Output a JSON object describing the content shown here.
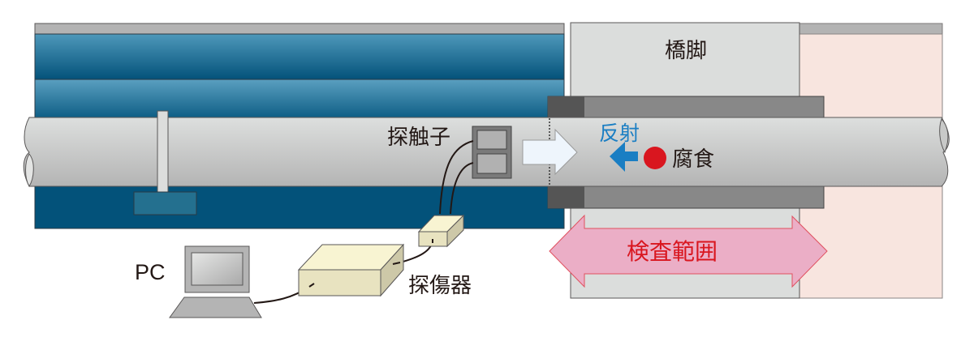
{
  "labels": {
    "pier": "橋脚",
    "probe": "探触子",
    "reflection": "反射",
    "corrosion": "腐食",
    "inspection_range": "検査範囲",
    "pc": "PC",
    "flaw_detector": "探傷器"
  },
  "icons": {
    "wave_arrow": "right-arrow",
    "reflection_arrow": "left-arrow",
    "corrosion_marker": "red-dot",
    "range_arrow": "double-headed-arrow"
  },
  "colors": {
    "deck_blue_light": "#4e98ba",
    "deck_blue_dark": "#03527a",
    "pipe_light": "#dddfde",
    "pipe_dark": "#b4b4b4",
    "pier": "#dbdddc",
    "pier_far": "#f8e5df",
    "reflection": "#1a7ec3",
    "corrosion": "#d9161f",
    "range_fill": "#ebaec6",
    "range_stroke": "#e0505f",
    "equipment": "#ede8c4"
  }
}
